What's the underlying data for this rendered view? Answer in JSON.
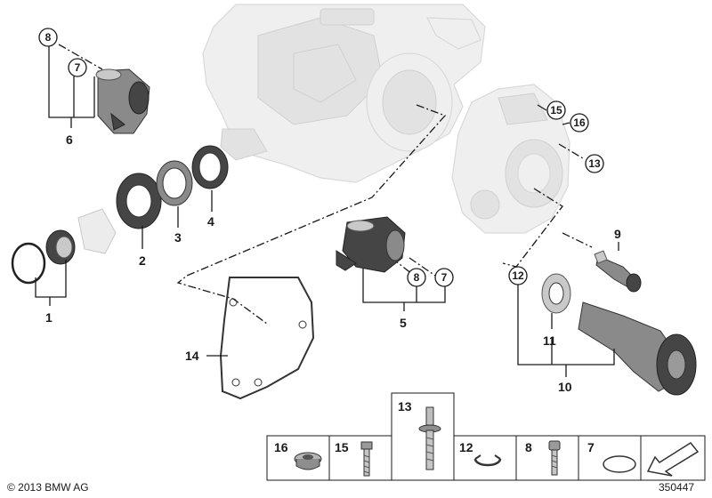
{
  "labels": {
    "p1": "1",
    "p2": "2",
    "p3": "3",
    "p4": "4",
    "p5": "5",
    "p6": "6",
    "p9": "9",
    "p10": "10",
    "p11": "11",
    "p14": "14",
    "c8_top": "8",
    "c7_top": "7",
    "c8_mid": "8",
    "c7_mid": "7",
    "c15": "15",
    "c16": "16",
    "c13": "13",
    "c12": "12"
  },
  "legend": [
    {
      "id": "16"
    },
    {
      "id": "15"
    },
    {
      "id": "13"
    },
    {
      "id": "12"
    },
    {
      "id": "8"
    },
    {
      "id": "7"
    }
  ],
  "footer": {
    "copyright": "© 2013 BMW AG",
    "diagram_number": "350447"
  }
}
